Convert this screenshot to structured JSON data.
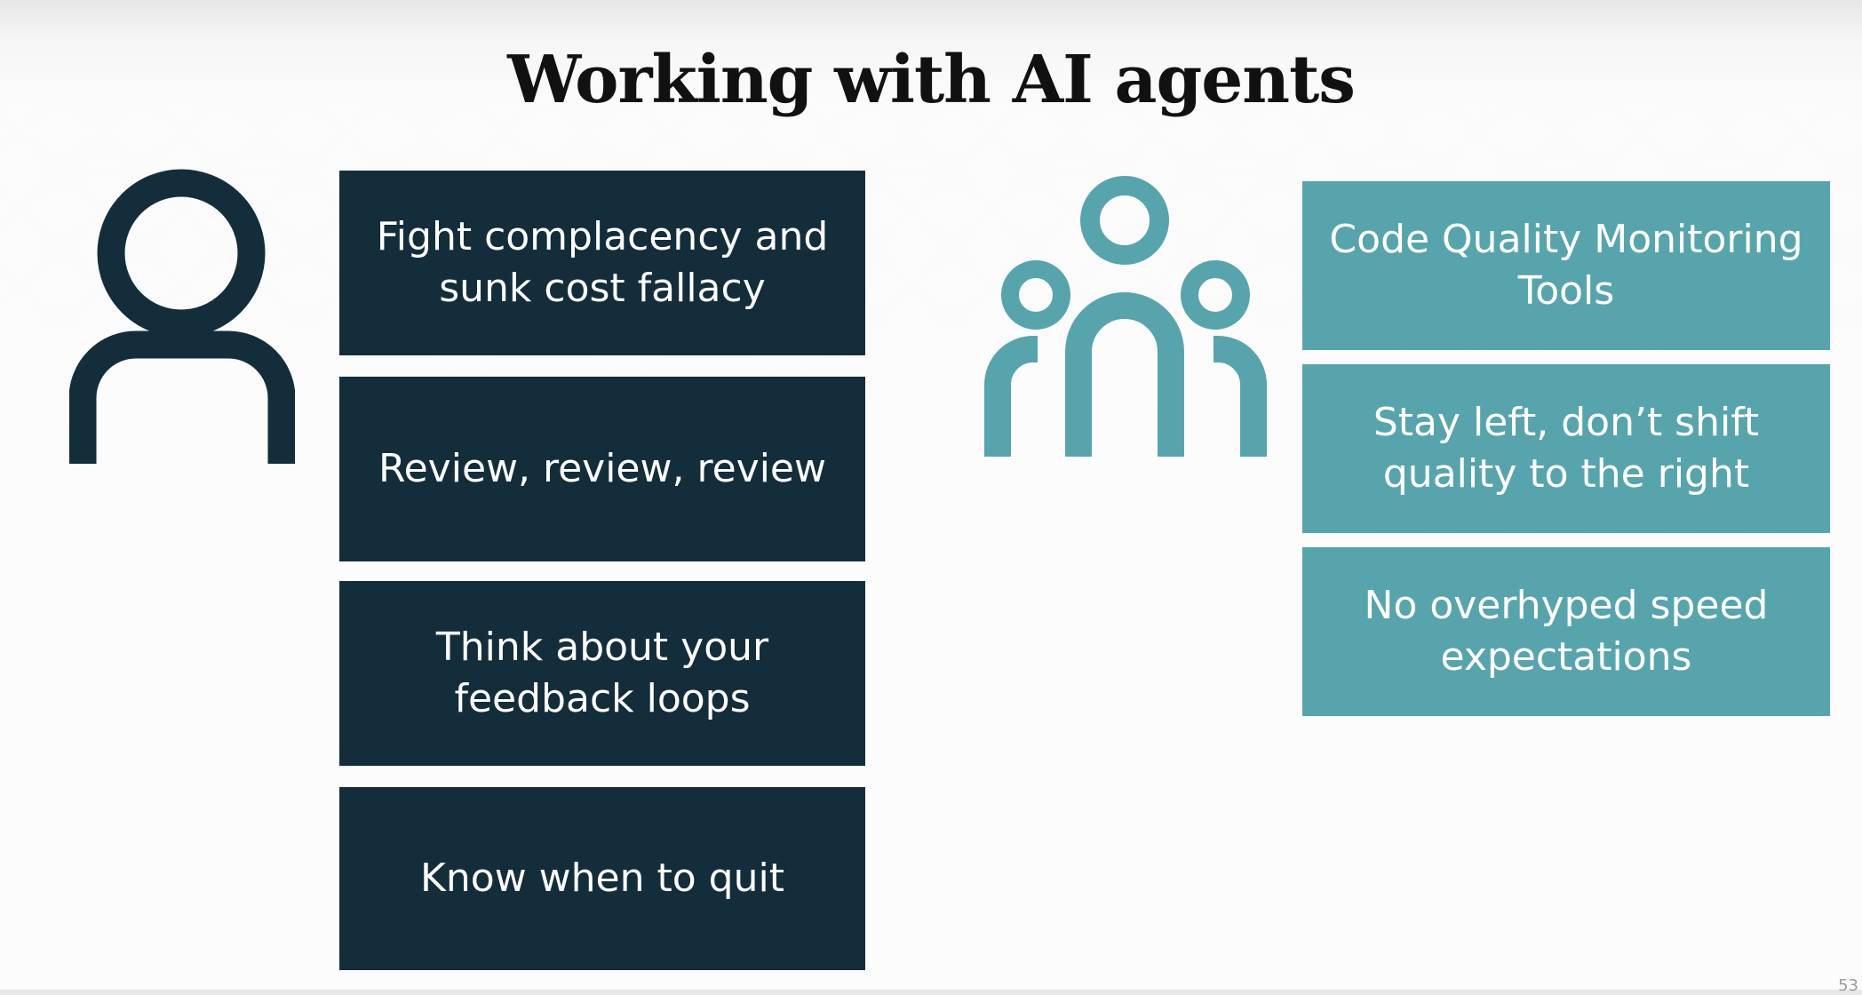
{
  "slide": {
    "title": "Working with AI agents"
  },
  "left_column": {
    "icon": "person-icon",
    "color": "#142d3b",
    "items": [
      {
        "label": "Fight complacency and sunk cost fallacy"
      },
      {
        "label": "Review, review, review"
      },
      {
        "label": "Think about your feedback loops"
      },
      {
        "label": "Know when to quit"
      }
    ]
  },
  "right_column": {
    "icon": "team-icon",
    "color": "#58a4ad",
    "items": [
      {
        "label": "Code Quality Monitoring Tools"
      },
      {
        "label": "Stay left, don’t shift quality to the right"
      },
      {
        "label": "No overhyped speed expectations"
      }
    ]
  },
  "footer": {
    "page_number": "53"
  }
}
